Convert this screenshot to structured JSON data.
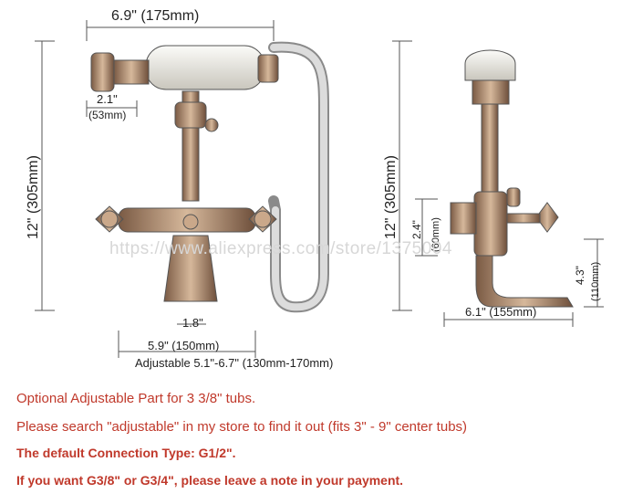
{
  "dimensions": {
    "width_top": "6.9\" (175mm)",
    "handle_width_in": "2.1\"",
    "handle_width_mm": "(53mm)",
    "height_left": "12\" (305mm)",
    "height_right": "12\" (305mm)",
    "center_gap": "1.8\"",
    "base_width": "5.9\" (150mm)",
    "adjustable": "Adjustable 5.1\"-6.7\" (130mm-170mm)",
    "side_height_in": "2.4\"",
    "side_height_mm": "(60mm)",
    "spout_height_in": "4.3\"",
    "spout_height_mm": "(110mm)",
    "spout_length": "6.1\" (155mm)"
  },
  "watermark": "https://www.aliexpress.com/store/1375004",
  "notes": [
    "Optional Adjustable Part for 3 3/8\" tubs.",
    "Please search \"adjustable\" in my store to find it out (fits 3\" - 9\" center tubs)",
    "The default Connection Type: G1/2\".",
    "If you want G3/8\" or G3/4\", please leave a note in your payment."
  ],
  "colors": {
    "note_text": "#c0392b",
    "line": "#555555",
    "metal": "#b08a6a"
  }
}
